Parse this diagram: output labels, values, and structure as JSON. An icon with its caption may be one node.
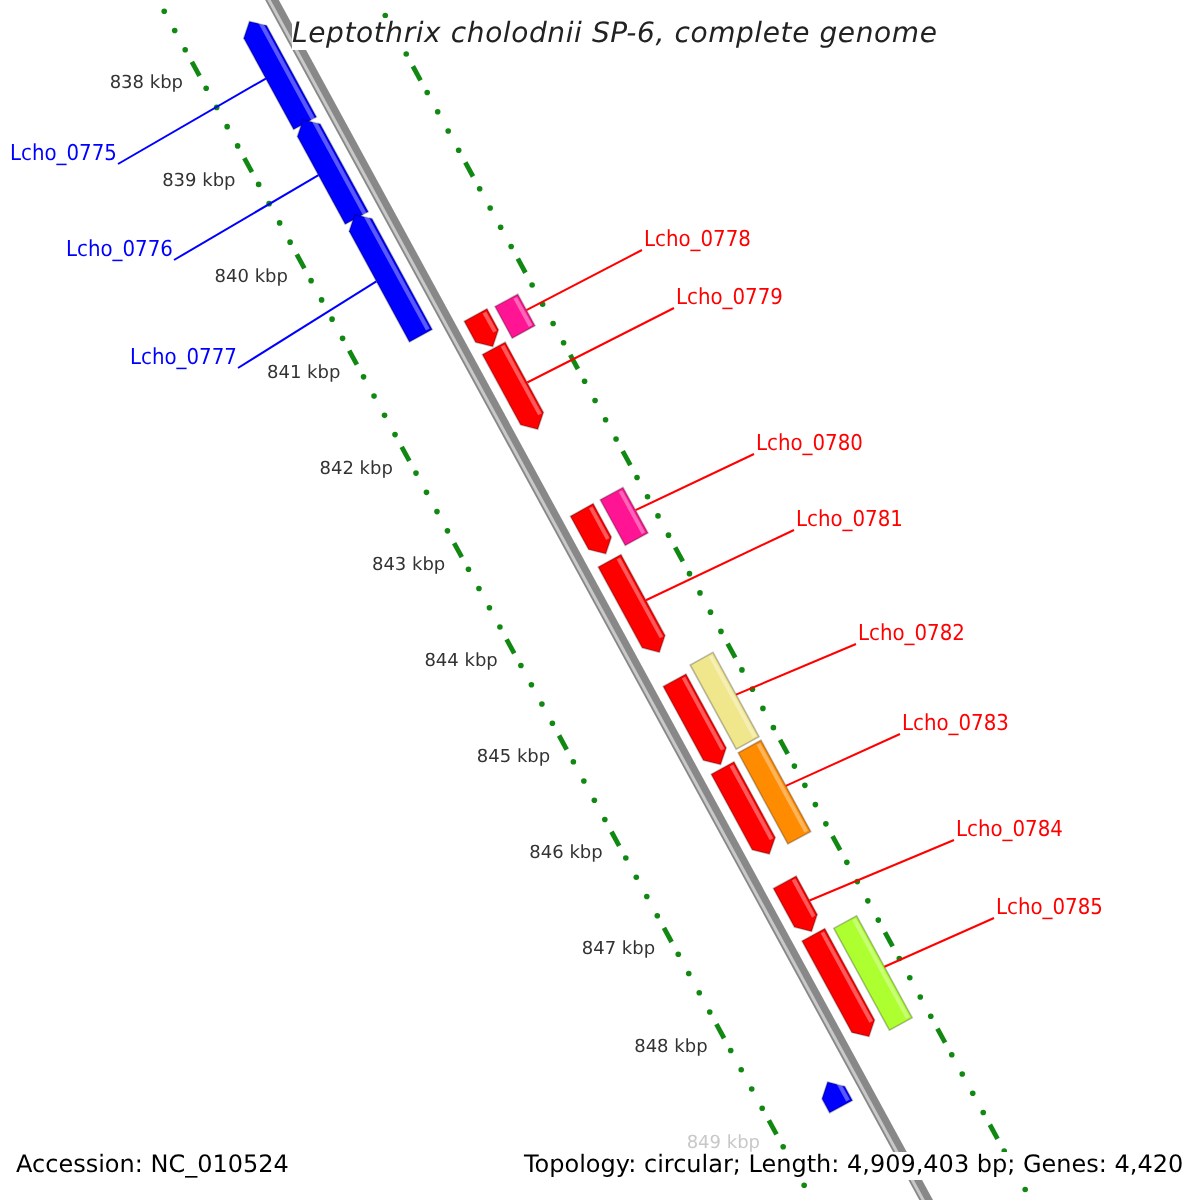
{
  "diagram": {
    "title": "Leptothrix cholodnii SP-6, complete genome",
    "nodes": [
      {
        "text": [
          "Lcho_0775"
        ]
      },
      {
        "text": [
          "Lcho_0776"
        ]
      },
      {
        "text": [
          "Lcho_0777"
        ]
      },
      {
        "text": [],
        "shape": "arrow"
      },
      {
        "text": [],
        "shape": "arrow"
      },
      {
        "text": [],
        "shape": "arrow"
      },
      {
        "text": [
          "Lcho_0778"
        ]
      },
      {
        "text": [
          "Lcho_0779"
        ]
      },
      {
        "text": [
          "Lcho_0780"
        ]
      },
      {
        "text": [
          "Lcho_0781"
        ]
      },
      {
        "text": [
          "Lcho_0782"
        ]
      },
      {
        "text": [
          "Lcho_0783"
        ]
      },
      {
        "text": [
          "Lcho_0784"
        ]
      },
      {
        "text": [
          "Lcho_0785"
        ]
      },
      {
        "text": [],
        "shape": "arrow"
      },
      {
        "text": [],
        "shape": "arrow"
      },
      {
        "text": [],
        "shape": "arrow"
      },
      {
        "text": [],
        "shape": "arrow"
      },
      {
        "text": [],
        "shape": "arrow"
      },
      {
        "text": [],
        "shape": "arrow"
      },
      {
        "text": [],
        "shape": "arrow"
      },
      {
        "text": [],
        "shape": "arrow"
      },
      {
        "text": [],
        "shape": "arrow"
      },
      {
        "text": [],
        "shape": "arrow"
      },
      {
        "text": [],
        "shape": "arrow"
      },
      {
        "text": [],
        "shape": "arrow"
      },
      {
        "text": [],
        "shape": "arrow"
      },
      {
        "text": [],
        "shape": "arrow"
      }
    ],
    "edges": [
      {
        "from": 0,
        "to": 3,
        "arrow": "none",
        "color": "#0000ff"
      },
      {
        "from": 1,
        "to": 4,
        "arrow": "none",
        "color": "#0000ff"
      },
      {
        "from": 2,
        "to": 5,
        "arrow": "none",
        "color": "#0000ff"
      },
      {
        "from": 6,
        "to": 15,
        "arrow": "none"
      },
      {
        "from": 7,
        "to": 16,
        "arrow": "none"
      },
      {
        "from": 8,
        "to": 18,
        "arrow": "none"
      },
      {
        "from": 9,
        "to": 19,
        "arrow": "none"
      },
      {
        "from": 10,
        "to": 21,
        "arrow": "none"
      },
      {
        "from": 11,
        "to": 23,
        "arrow": "none"
      },
      {
        "from": 12,
        "to": 24,
        "arrow": "none"
      },
      {
        "from": 13,
        "to": 25,
        "arrow": "none"
      }
    ],
    "labels": [
      "838 kbp",
      "839 kbp",
      "840 kbp",
      "841 kbp",
      "842 kbp",
      "843 kbp",
      "844 kbp",
      "845 kbp",
      "846 kbp",
      "847 kbp",
      "848 kbp",
      "849 kbp",
      "Accession: NC_010524",
      "Topology: circular; Length: 4,909,403 bp; Genes: 4,420"
    ]
  }
}
